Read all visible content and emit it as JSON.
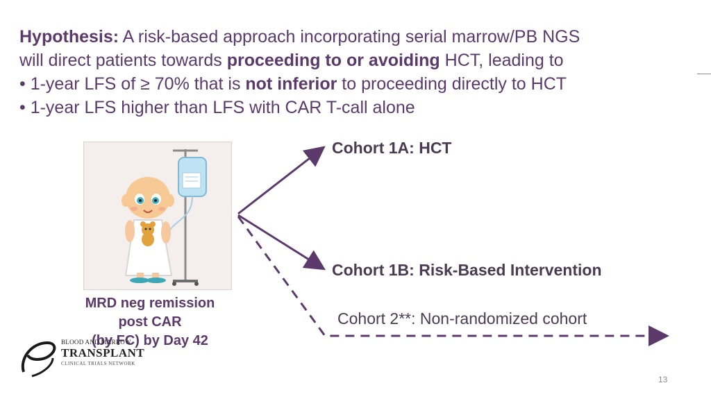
{
  "hypothesis": {
    "label": "Hypothesis:",
    "line1_rest": " A risk-based approach incorporating serial marrow/PB NGS",
    "line2_pre": "will direct patients towards ",
    "line2_bold": "proceeding to or avoiding",
    "line2_post": " HCT, leading to",
    "bullet1_pre": "• 1-year LFS of ≥ 70% that is ",
    "bullet1_bold": "not inferior",
    "bullet1_post": " to proceeding directly to HCT",
    "bullet2": "• 1-year LFS higher than LFS with CAR T-call alone"
  },
  "caption": {
    "line1": "MRD neg remission",
    "line2": "post CAR",
    "line3": "(by FC) by Day 42"
  },
  "cohorts": {
    "c1a": "Cohort 1A: HCT",
    "c1b": "Cohort 1B: Risk-Based Intervention",
    "c2": "Cohort 2**: Non-randomized cohort"
  },
  "logo": {
    "line1": "BLOOD AND MARROW",
    "line2": "TRANSPLANT",
    "line3": "CLINICAL TRIALS NETWORK"
  },
  "page_number": "13",
  "colors": {
    "heading_purple": "#5b3a6b",
    "arrow_purple": "#5b3a6b",
    "cohort_text": "#4a3a52"
  }
}
